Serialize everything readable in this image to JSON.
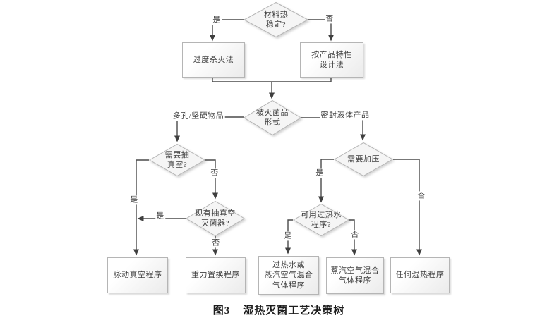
{
  "colors": {
    "background": "#ffffff",
    "line": "#4a4a4a",
    "shape_border": "#b5b5b5",
    "shape_fill": "#f5f5f5",
    "text": "#3f3f3f"
  },
  "nodes": {
    "d1": {
      "type": "decision",
      "text": "材料热\n稳定?"
    },
    "b1": {
      "type": "process",
      "text": "过度杀灭法"
    },
    "b2": {
      "type": "process",
      "text": "按产品特性\n设计法"
    },
    "d2": {
      "type": "decision",
      "text": "被灭菌品\n形式"
    },
    "d3": {
      "type": "decision",
      "text": "需要抽\n真空?"
    },
    "d4": {
      "type": "decision",
      "text": "现有抽真空\n灭菌器?"
    },
    "d5": {
      "type": "decision",
      "text": "需要加压"
    },
    "d6": {
      "type": "decision",
      "text": "可用过热水\n程序?"
    },
    "b3": {
      "type": "process",
      "text": "脉动真空程序"
    },
    "b4": {
      "type": "process",
      "text": "重力置换程序"
    },
    "b5": {
      "type": "process",
      "text": "过热水或\n蒸汽空气混合\n气体程序"
    },
    "b6": {
      "type": "process",
      "text": "蒸汽空气混合\n气体程序"
    },
    "b7": {
      "type": "process",
      "text": "任何湿热程序"
    }
  },
  "edge_labels": {
    "yes1": "是",
    "no1": "否",
    "porous_hard": "多孔/坚硬物品",
    "sealed_liquid": "密封液体产品",
    "yes2": "是",
    "no2": "否",
    "yes3": "是",
    "no3": "否",
    "yes4": "是",
    "no4": "否",
    "yes5": "是",
    "no5": "否"
  },
  "caption": {
    "prefix": "图3",
    "title": "湿热灭菌工艺决策树"
  }
}
